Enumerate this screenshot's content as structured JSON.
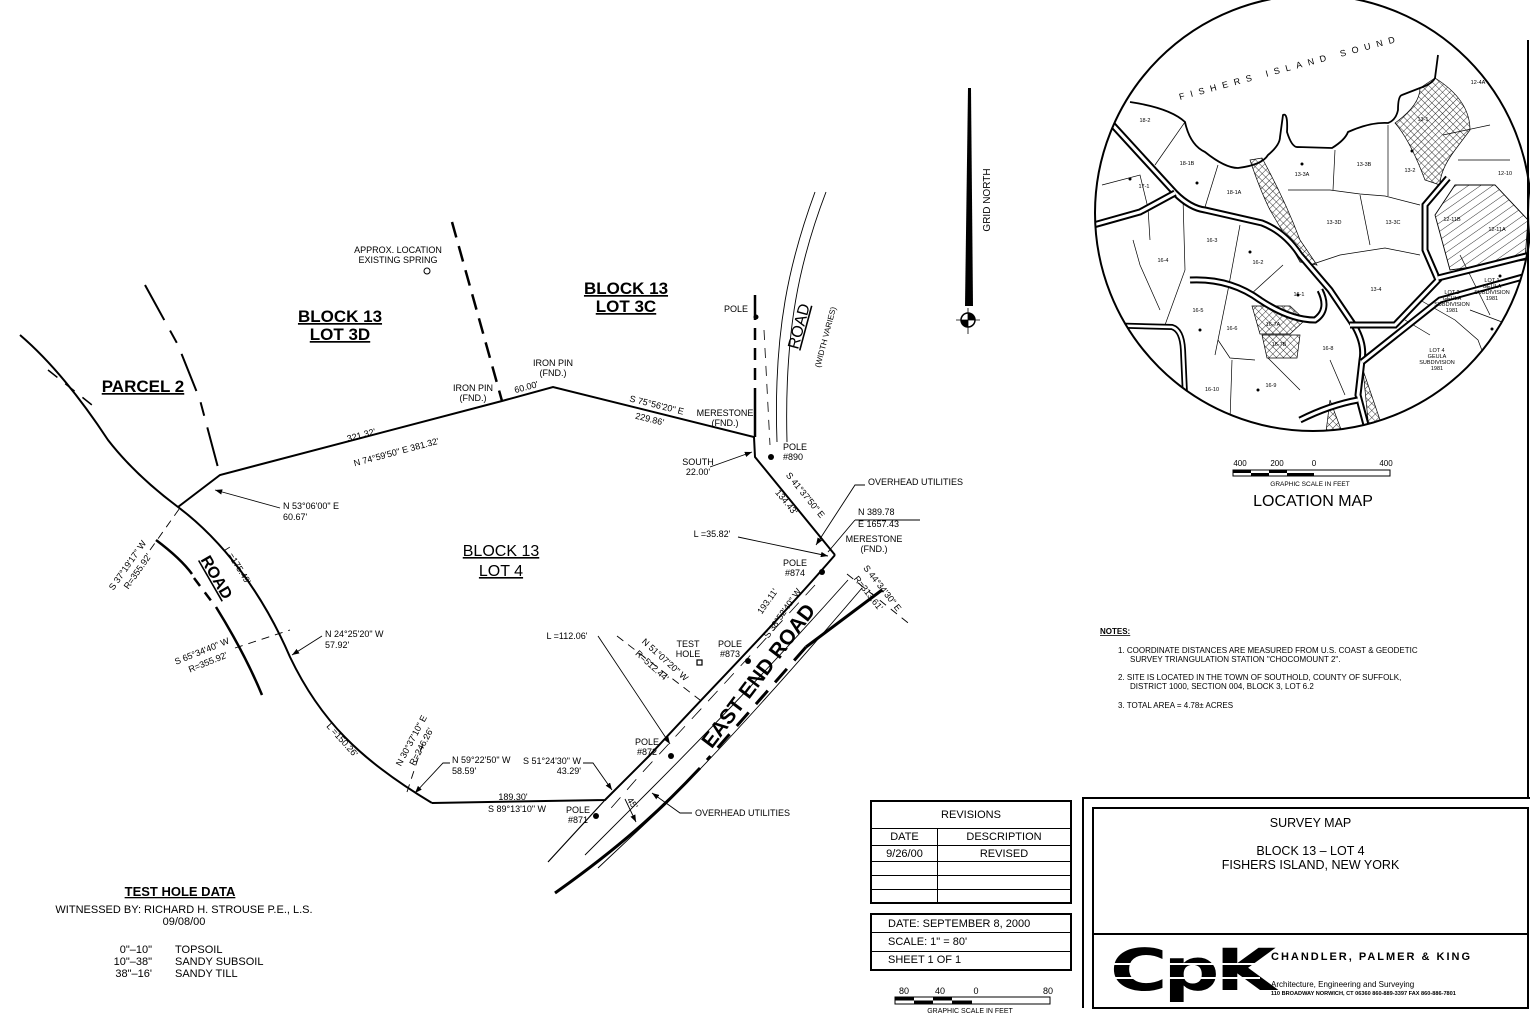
{
  "lots": {
    "parcel2": "PARCEL 2",
    "lot3d": [
      "BLOCK 13",
      "LOT 3D"
    ],
    "lot3c": [
      "BLOCK 13",
      "LOT 3C"
    ],
    "lot4": [
      "BLOCK 13",
      "LOT 4"
    ]
  },
  "annotations": {
    "spring": [
      "APPROX. LOCATION",
      "EXISTING SPRING"
    ],
    "iron_pin_1": [
      "IRON PIN",
      "(FND.)"
    ],
    "iron_pin_2": [
      "IRON PIN",
      "(FND.)"
    ],
    "merestone_1": [
      "MERESTONE",
      "(FND.)"
    ],
    "merestone_2": [
      "MERESTONE",
      "(FND.)"
    ],
    "pole": "POLE",
    "pole_890": [
      "POLE",
      "#890"
    ],
    "pole_874": [
      "POLE",
      "#874"
    ],
    "pole_873": [
      "POLE",
      "#873"
    ],
    "pole_872": [
      "POLE",
      "#872"
    ],
    "pole_871": [
      "POLE",
      "#871"
    ],
    "test_hole": [
      "TEST",
      "HOLE"
    ],
    "overhead_1": "OVERHEAD UTILITIES",
    "overhead_2": "OVERHEAD UTILITIES",
    "coord_n": "N    389.78",
    "coord_e": "E 1657.43",
    "road_top": "ROAD",
    "road_top_width": "(WIDTH VARIES)",
    "road_left": "ROAD",
    "east_end_road": "EAST END ROAD",
    "grid_north": "GRID NORTH"
  },
  "dimensions": {
    "d60": "60.00'",
    "d321": "321.32'",
    "n74": "N 74°59'50\" E   381.32'",
    "s75": "S 75°56'20\" E",
    "d229": "229.86'",
    "south": [
      "SOUTH",
      "22.00'"
    ],
    "s41": "S 41°37'50\" E",
    "d134": "134.43'",
    "l35": "L =35.82'",
    "s44": "S 44°34'30\" E",
    "r313": "R=313.61'",
    "d193": "193.11'",
    "s38": "S 38°52'40\" W",
    "n51": "N 51°07'20\" W",
    "r512": "R=512.44'",
    "l112": "L =112.06'",
    "s51": [
      "S 51°24'30\" W",
      "43.29'"
    ],
    "d189": "189.30'",
    "s89": "S 89°13'10\" W",
    "d45": "45'",
    "n59": [
      "N 59°22'50\" W",
      "58.59'"
    ],
    "n30": "N 30°37'10\" E",
    "r246": "R=246.26'",
    "l150": "L =150.26'",
    "n24": [
      "N 24°25'20\" W",
      "57.92'"
    ],
    "s65": "S 65°34'40\" W",
    "r355b": "R=355.92'",
    "l175": "L =175.49'",
    "s37": "S 37°19'17\" W",
    "r355a": "R=355.92'",
    "n53": [
      "N 53°06'00\" E",
      "60.67'"
    ]
  },
  "location_map": {
    "sound": "FISHERS ISLAND SOUND",
    "lots": [
      "18-2",
      "18-1B",
      "17-1",
      "18-1A",
      "13-3A",
      "13-3B",
      "13-2",
      "13-1",
      "12-4A",
      "12-10",
      "12-11B",
      "12-11A",
      "13-3D",
      "13-3C",
      "16-3",
      "16-4",
      "16-2",
      "16-1",
      "13-4",
      "16-5",
      "16-6",
      "16-7A",
      "16-7B",
      "16-8",
      "16-9",
      "16-10"
    ],
    "subdivisions": [
      [
        "LOT 1",
        "GEULA",
        "SUBDIVISION",
        "1981"
      ],
      [
        "LOT 2",
        "GEULA",
        "SUBDIVISION",
        "1981"
      ],
      [
        "LOT 4",
        "GEULA",
        "SUBDIVISION",
        "1981"
      ]
    ],
    "scale_ticks": [
      "400",
      "200",
      "0",
      "400"
    ],
    "scale_caption": "GRAPHIC SCALE IN FEET",
    "title": "LOCATION MAP"
  },
  "notes": {
    "heading": "NOTES:",
    "items": [
      [
        "1. COORDINATE DISTANCES ARE MEASURED FROM U.S. COAST & GEODETIC",
        "SURVEY TRIANGULATION STATION \"CHOCOMOUNT 2\"."
      ],
      [
        "2. SITE IS LOCATED IN THE TOWN OF SOUTHOLD, COUNTY OF SUFFOLK,",
        "DISTRICT 1000, SECTION 004, BLOCK 3, LOT 6.2"
      ],
      [
        "3. TOTAL AREA = 4.78± ACRES"
      ]
    ]
  },
  "test_hole_data": {
    "title": "TEST HOLE DATA",
    "witness": "WITNESSED BY: RICHARD H. STROUSE P.E., L.S.",
    "date": "09/08/00",
    "rows": [
      {
        "depth": "0\"–10\"",
        "soil": "TOPSOIL"
      },
      {
        "depth": "10\"–38\"",
        "soil": "SANDY SUBSOIL"
      },
      {
        "depth": "38\"–16'",
        "soil": "SANDY TILL"
      }
    ]
  },
  "revisions": {
    "title": "REVISIONS",
    "col_date": "DATE",
    "col_desc": "DESCRIPTION",
    "rows": [
      {
        "date": "9/26/00",
        "desc": "REVISED"
      }
    ]
  },
  "sheet_info": {
    "date": "DATE:   SEPTEMBER 8, 2000",
    "scale": "SCALE:  1\" = 80'",
    "sheet": "SHEET   1  OF  1"
  },
  "graphic_scale": {
    "ticks": [
      "80",
      "40",
      "0",
      "80"
    ],
    "caption": "GRAPHIC SCALE IN FEET"
  },
  "title_block": {
    "title": "SURVEY MAP",
    "subtitle": "BLOCK 13 – LOT 4",
    "location": "FISHERS ISLAND, NEW YORK",
    "logo": "CpK",
    "firm": "CHANDLER, PALMER & KING",
    "services": "Architecture, Engineering and Surveying",
    "address": "110 BROADWAY NORWICH, CT 06360 860-889-3397 FAX 860-886-7801"
  }
}
